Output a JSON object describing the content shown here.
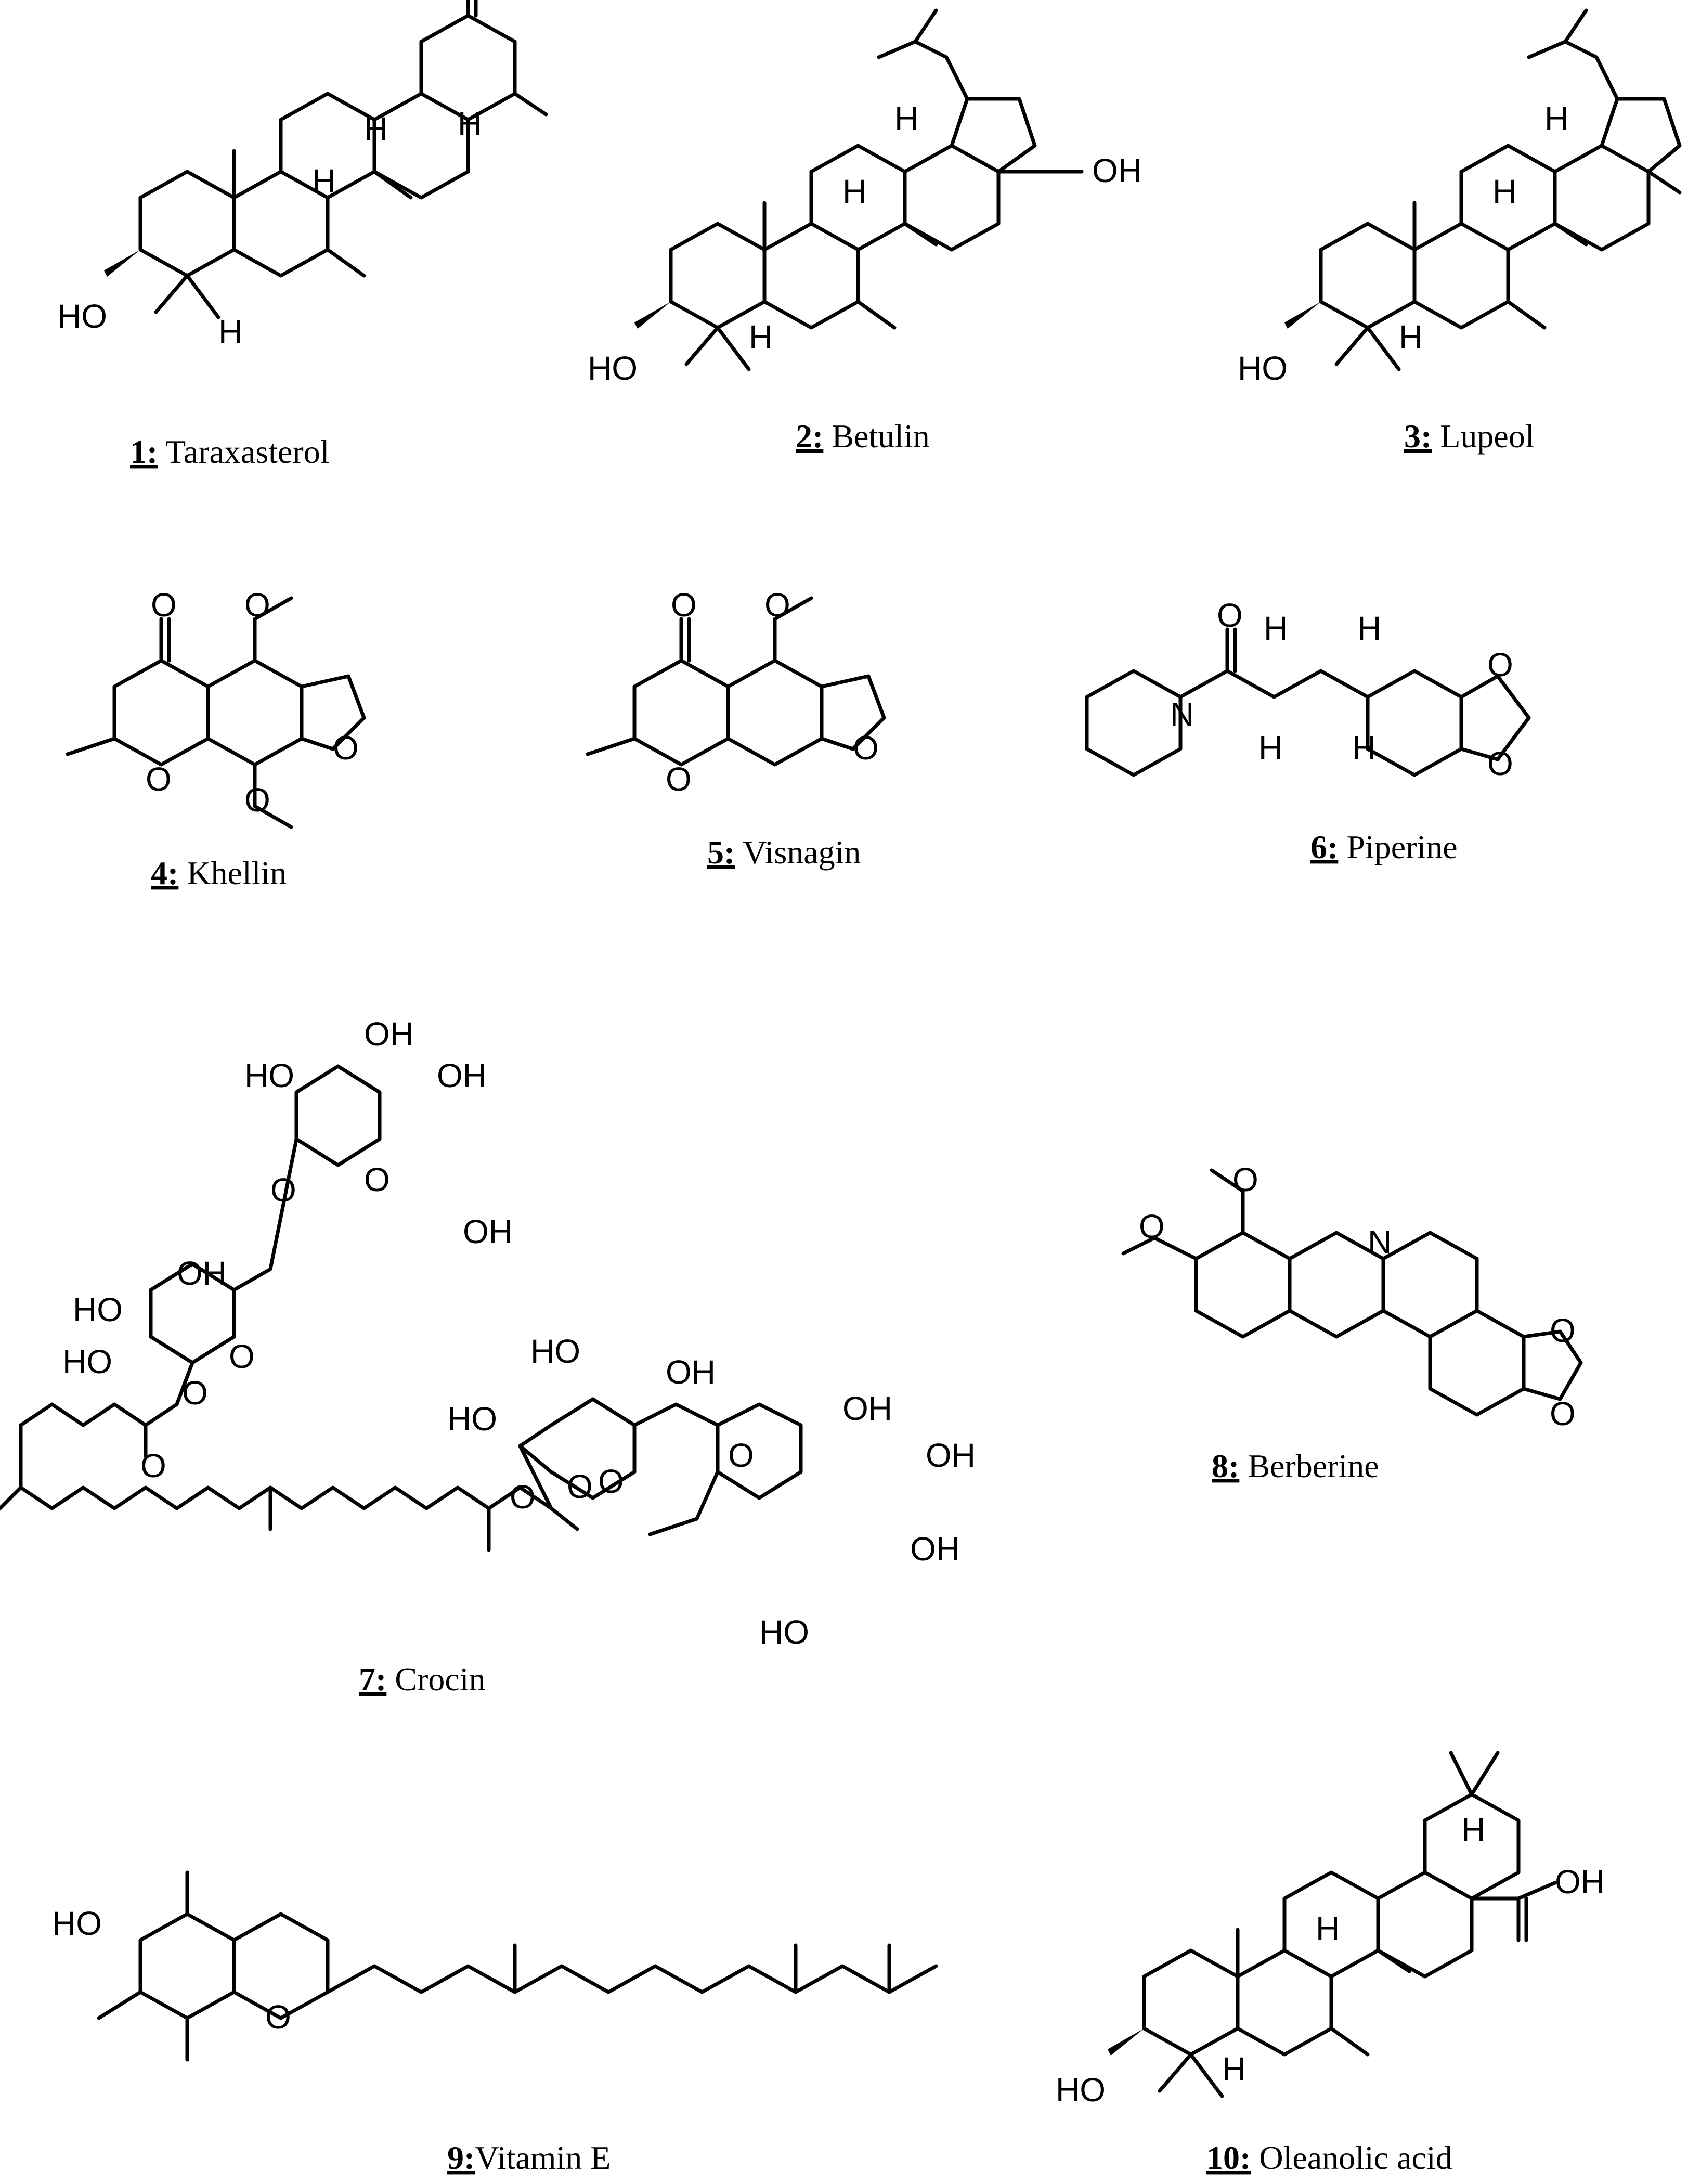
{
  "compounds": [
    {
      "number": "1",
      "name": "Taraxasterol"
    },
    {
      "number": "2",
      "name": "Betulin"
    },
    {
      "number": "3",
      "name": "Lupeol"
    },
    {
      "number": "4",
      "name": "Khellin"
    },
    {
      "number": "5",
      "name": "Visnagin"
    },
    {
      "number": "6",
      "name": "Piperine"
    },
    {
      "number": "7",
      "name": "Crocin"
    },
    {
      "number": "8",
      "name": "Berberine"
    },
    {
      "number": "9",
      "name": "Vitamin E"
    },
    {
      "number": "10",
      "name": "Oleanolic acid"
    }
  ],
  "atom_labels": {
    "ho": "HO",
    "oh": "OH",
    "h": "H",
    "o": "O",
    "n": "N"
  },
  "separator": ":"
}
